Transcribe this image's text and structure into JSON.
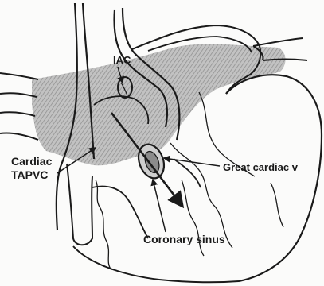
{
  "labels": {
    "iac": "IAC",
    "cardiac_line1": "Cardiac",
    "cardiac_line2": "TAPVC",
    "great_cardiac_v": "Great cardiac v",
    "coronary_sinus": "Coronary sinus"
  },
  "colors": {
    "ink": "#1a1a1a",
    "shade": "#9a9a9a",
    "paper": "#fbfbfa"
  }
}
